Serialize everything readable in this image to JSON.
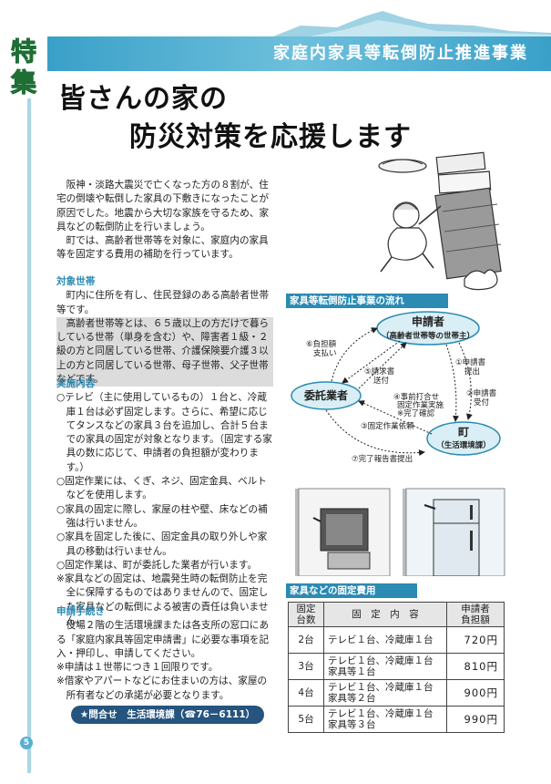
{
  "header": {
    "section_tag": [
      "特",
      "集"
    ],
    "band_title": "家庭内家具等転倒防止推進事業"
  },
  "headline": {
    "line1": "皆さんの家の",
    "line2": "防災対策を応援します"
  },
  "intro": [
    "阪神・淡路大震災で亡くなった方の８割が、住宅の倒壊や転倒した家具の下敷きになったことが原因でした。地震から大切な家族を守るため、家具などの転倒防止を行いましょう。",
    "町では、高齢者世帯等を対象に、家庭内の家具等を固定する費用の補助を行っています。"
  ],
  "target": {
    "heading": "対象世帯",
    "text": "町内に住所を有し、住民登録のある高齢者世帯等です。",
    "highlight": "高齢者世帯等とは、６５歳以上の方だけで暮らしている世帯（単身を含む）や、障害者１級・２級の方と同居している世帯、介護保険要介護３以上の方と同居している世帯、母子世帯、父子世帯などです。"
  },
  "details": {
    "heading": "実施内容",
    "items": [
      "○テレビ（主に使用しているもの）１台と、冷蔵庫１台は必ず固定します。さらに、希望に応じてタンスなどの家具３台を追加し、合計５台までの家具の固定が対象となります。（固定する家具の数に応じて、申請者の負担額が変わります。）",
      "○固定作業には、くぎ、ネジ、固定金具、ベルトなどを使用します。",
      "○家具の固定に際し、家屋の柱や壁、床などの補強は行いません。",
      "○家具を固定した後に、固定金具の取り外しや家具の移動は行いません。",
      "○固定作業は、町が委託した業者が行います。",
      "※家具などの固定は、地震発生時の転倒防止を完全に保障するものではありませんので、固定した家具などの転倒による被害の責任は負いません。"
    ]
  },
  "application": {
    "heading": "申請手続き",
    "text": "役場２階の生活環境課または各支所の窓口にある「家庭内家具等固定申請書」に必要な事項を記入・押印し、申請してください。",
    "notes": [
      "※申請は１世帯につき１回限りです。",
      "※借家やアパートなどにお住まいの方は、家屋の所有者などの承諾が必要となります。"
    ]
  },
  "contact": "★問合せ　生活環境課（☎76－6111）",
  "page_number": "5",
  "flow": {
    "title": "家具等転倒防止事業の流れ",
    "applicant_line1": "申請者",
    "applicant_line2": "（高齢者世帯等の世帯主）",
    "contractor": "委託業者",
    "town_line1": "町",
    "town_line2": "（生活環境課）",
    "step1": [
      "①申請書",
      "提出"
    ],
    "step2": [
      "②申請書",
      "受付"
    ],
    "step3": "③固定作業依頼",
    "step4": [
      "④事前打合せ",
      "固定作業実施",
      "※完了確認"
    ],
    "step5": [
      "⑤請求書",
      "送付"
    ],
    "step6": [
      "⑥負担額",
      "支払い"
    ],
    "step7": "⑦完了報告書提出"
  },
  "fees": {
    "title": "家具などの固定費用",
    "headers": [
      "固定台数",
      "固　定　内　容",
      "申請者負担額"
    ],
    "header_lines": [
      [
        "固定",
        "台数"
      ],
      [
        "固　定　内　容"
      ],
      [
        "申請者",
        "負担額"
      ]
    ],
    "rows": [
      {
        "count": "2台",
        "content": [
          "テレビ１台、冷蔵庫１台"
        ],
        "amount": "720円"
      },
      {
        "count": "3台",
        "content": [
          "テレビ１台、冷蔵庫１台",
          "家具等１台"
        ],
        "amount": "810円"
      },
      {
        "count": "4台",
        "content": [
          "テレビ１台、冷蔵庫１台",
          "家具等２台"
        ],
        "amount": "900円"
      },
      {
        "count": "5台",
        "content": [
          "テレビ１台、冷蔵庫１台",
          "家具等３台"
        ],
        "amount": "990円"
      }
    ]
  },
  "colors": {
    "accent_blue": "#2b8bb3",
    "band_blue": "#3aa0c8",
    "tag_green": "#2a9a4a",
    "contact_navy": "#25547e"
  }
}
